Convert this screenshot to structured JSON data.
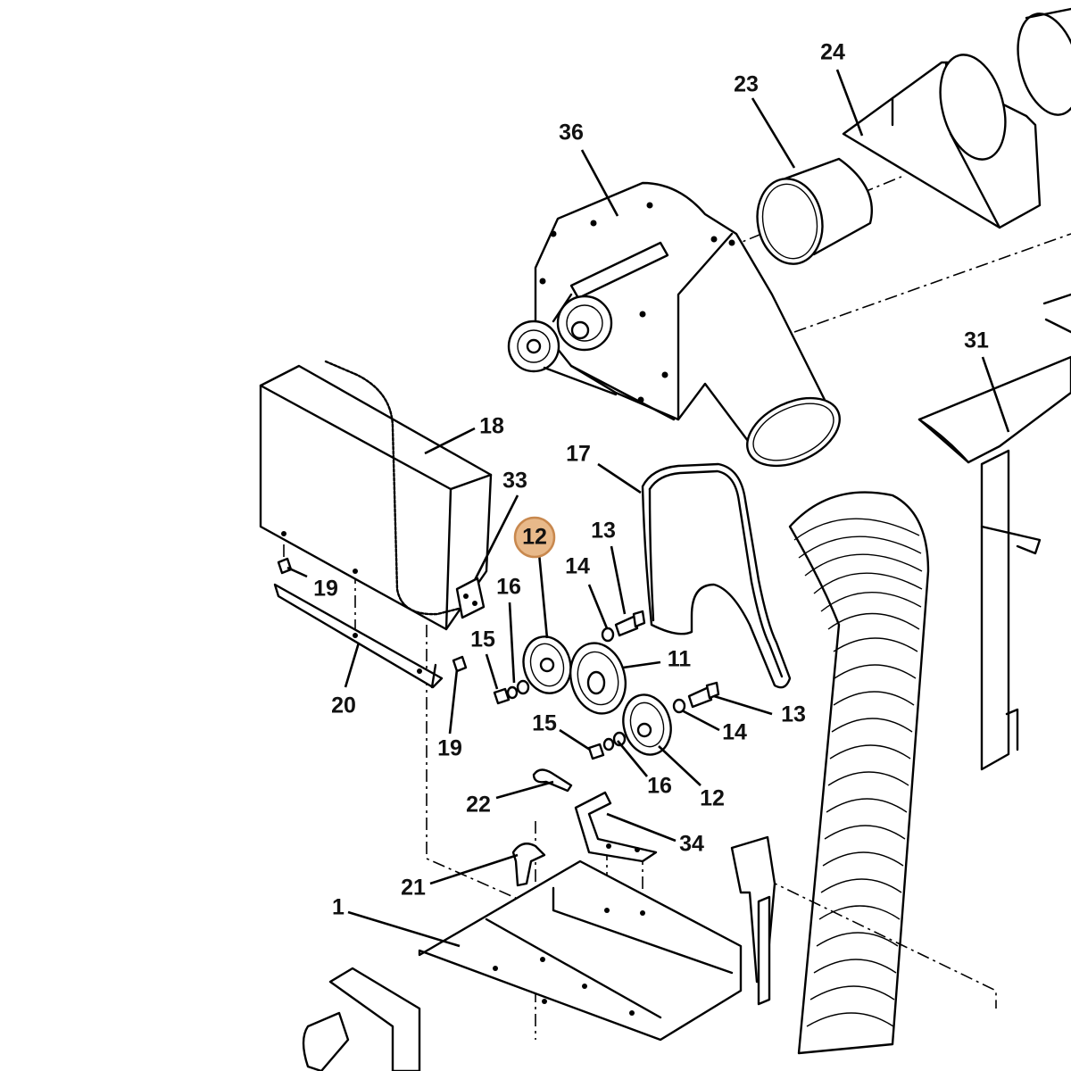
{
  "diagram": {
    "highlight_color": "#e8b98a",
    "highlight_stroke": "#c8884e",
    "highlighted_label": "12",
    "labels": {
      "l1": "1",
      "l11": "11",
      "l12a": "12",
      "l12b": "12",
      "l13a": "13",
      "l13b": "13",
      "l14a": "14",
      "l14b": "14",
      "l15a": "15",
      "l15b": "15",
      "l16a": "16",
      "l16b": "16",
      "l17": "17",
      "l18": "18",
      "l19a": "19",
      "l19b": "19",
      "l20": "20",
      "l21": "21",
      "l22": "22",
      "l23": "23",
      "l24": "24",
      "l31": "31",
      "l33": "33",
      "l34": "34",
      "l36": "36"
    }
  }
}
